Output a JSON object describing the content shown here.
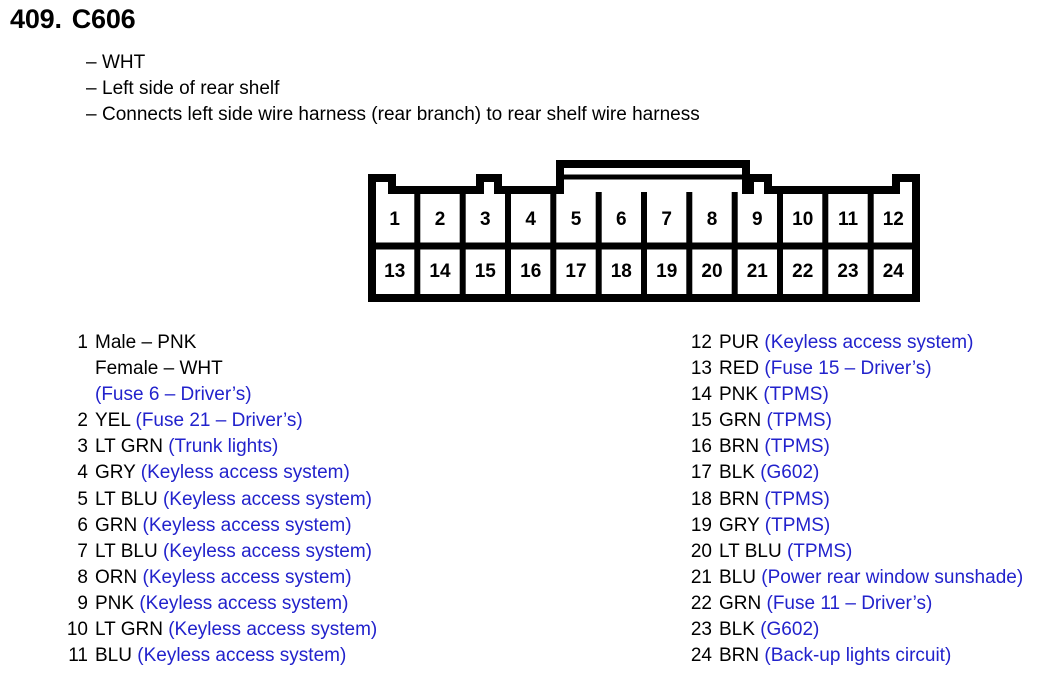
{
  "heading": {
    "number": "409.",
    "connector_id": "C606"
  },
  "description_bullets": [
    "WHT",
    "Left side of rear shelf",
    "Connects left side wire harness (rear branch) to rear shelf wire harness"
  ],
  "connector": {
    "top_row_pins": [
      "1",
      "2",
      "3",
      "4",
      "5",
      "6",
      "7",
      "8",
      "9",
      "10",
      "11",
      "12"
    ],
    "bottom_row_pins": [
      "13",
      "14",
      "15",
      "16",
      "17",
      "18",
      "19",
      "20",
      "21",
      "22",
      "23",
      "24"
    ],
    "total_pins": 24
  },
  "colors": {
    "circuit_text": "#2222cc",
    "wire_color_text": "#000000",
    "outline": "#000000"
  },
  "pin_list_left": [
    {
      "index": "1",
      "lines": [
        [
          {
            "text": "Male – PNK",
            "blue": false
          }
        ],
        [
          {
            "text": "Female – WHT",
            "blue": false
          }
        ],
        [
          {
            "text": "(Fuse 6 – Driver’s)",
            "blue": true
          }
        ]
      ]
    },
    {
      "index": "2",
      "lines": [
        [
          {
            "text": "YEL ",
            "blue": false
          },
          {
            "text": "(Fuse 21 – Driver’s)",
            "blue": true
          }
        ]
      ]
    },
    {
      "index": "3",
      "lines": [
        [
          {
            "text": "LT GRN ",
            "blue": false
          },
          {
            "text": "(Trunk lights)",
            "blue": true
          }
        ]
      ]
    },
    {
      "index": "4",
      "lines": [
        [
          {
            "text": "GRY ",
            "blue": false
          },
          {
            "text": "(Keyless access system)",
            "blue": true
          }
        ]
      ]
    },
    {
      "index": "5",
      "lines": [
        [
          {
            "text": "LT BLU ",
            "blue": false
          },
          {
            "text": "(Keyless access system)",
            "blue": true
          }
        ]
      ]
    },
    {
      "index": "6",
      "lines": [
        [
          {
            "text": "GRN ",
            "blue": false
          },
          {
            "text": "(Keyless access system)",
            "blue": true
          }
        ]
      ]
    },
    {
      "index": "7",
      "lines": [
        [
          {
            "text": "LT BLU ",
            "blue": false
          },
          {
            "text": "(Keyless access system)",
            "blue": true
          }
        ]
      ]
    },
    {
      "index": "8",
      "lines": [
        [
          {
            "text": "ORN ",
            "blue": false
          },
          {
            "text": "(Keyless access system)",
            "blue": true
          }
        ]
      ]
    },
    {
      "index": "9",
      "lines": [
        [
          {
            "text": "PNK ",
            "blue": false
          },
          {
            "text": "(Keyless access system)",
            "blue": true
          }
        ]
      ]
    },
    {
      "index": "10",
      "lines": [
        [
          {
            "text": "LT GRN ",
            "blue": false
          },
          {
            "text": "(Keyless access system)",
            "blue": true
          }
        ]
      ]
    },
    {
      "index": "11",
      "lines": [
        [
          {
            "text": "BLU ",
            "blue": false
          },
          {
            "text": "(Keyless access system)",
            "blue": true
          }
        ]
      ]
    }
  ],
  "pin_list_right": [
    {
      "index": "12",
      "lines": [
        [
          {
            "text": "PUR ",
            "blue": false
          },
          {
            "text": "(Keyless access system)",
            "blue": true
          }
        ]
      ]
    },
    {
      "index": "13",
      "lines": [
        [
          {
            "text": "RED ",
            "blue": false
          },
          {
            "text": "(Fuse 15 – Driver’s)",
            "blue": true
          }
        ]
      ]
    },
    {
      "index": "14",
      "lines": [
        [
          {
            "text": "PNK ",
            "blue": false
          },
          {
            "text": "(TPMS)",
            "blue": true
          }
        ]
      ]
    },
    {
      "index": "15",
      "lines": [
        [
          {
            "text": "GRN ",
            "blue": false
          },
          {
            "text": "(TPMS)",
            "blue": true
          }
        ]
      ]
    },
    {
      "index": "16",
      "lines": [
        [
          {
            "text": "BRN ",
            "blue": false
          },
          {
            "text": "(TPMS)",
            "blue": true
          }
        ]
      ]
    },
    {
      "index": "17",
      "lines": [
        [
          {
            "text": "BLK ",
            "blue": false
          },
          {
            "text": "(G602)",
            "blue": true
          }
        ]
      ]
    },
    {
      "index": "18",
      "lines": [
        [
          {
            "text": "BRN ",
            "blue": false
          },
          {
            "text": "(TPMS)",
            "blue": true
          }
        ]
      ]
    },
    {
      "index": "19",
      "lines": [
        [
          {
            "text": "GRY ",
            "blue": false
          },
          {
            "text": "(TPMS)",
            "blue": true
          }
        ]
      ]
    },
    {
      "index": "20",
      "lines": [
        [
          {
            "text": "LT BLU ",
            "blue": false
          },
          {
            "text": "(TPMS)",
            "blue": true
          }
        ]
      ]
    },
    {
      "index": "21",
      "lines": [
        [
          {
            "text": "BLU ",
            "blue": false
          },
          {
            "text": "(Power rear window sunshade)",
            "blue": true
          }
        ]
      ]
    },
    {
      "index": "22",
      "lines": [
        [
          {
            "text": "GRN ",
            "blue": false
          },
          {
            "text": "(Fuse 11 – Driver’s)",
            "blue": true
          }
        ]
      ]
    },
    {
      "index": "23",
      "lines": [
        [
          {
            "text": "BLK ",
            "blue": false
          },
          {
            "text": "(G602)",
            "blue": true
          }
        ]
      ]
    },
    {
      "index": "24",
      "lines": [
        [
          {
            "text": "BRN ",
            "blue": false
          },
          {
            "text": "(Back-up lights circuit)",
            "blue": true
          }
        ]
      ]
    }
  ]
}
